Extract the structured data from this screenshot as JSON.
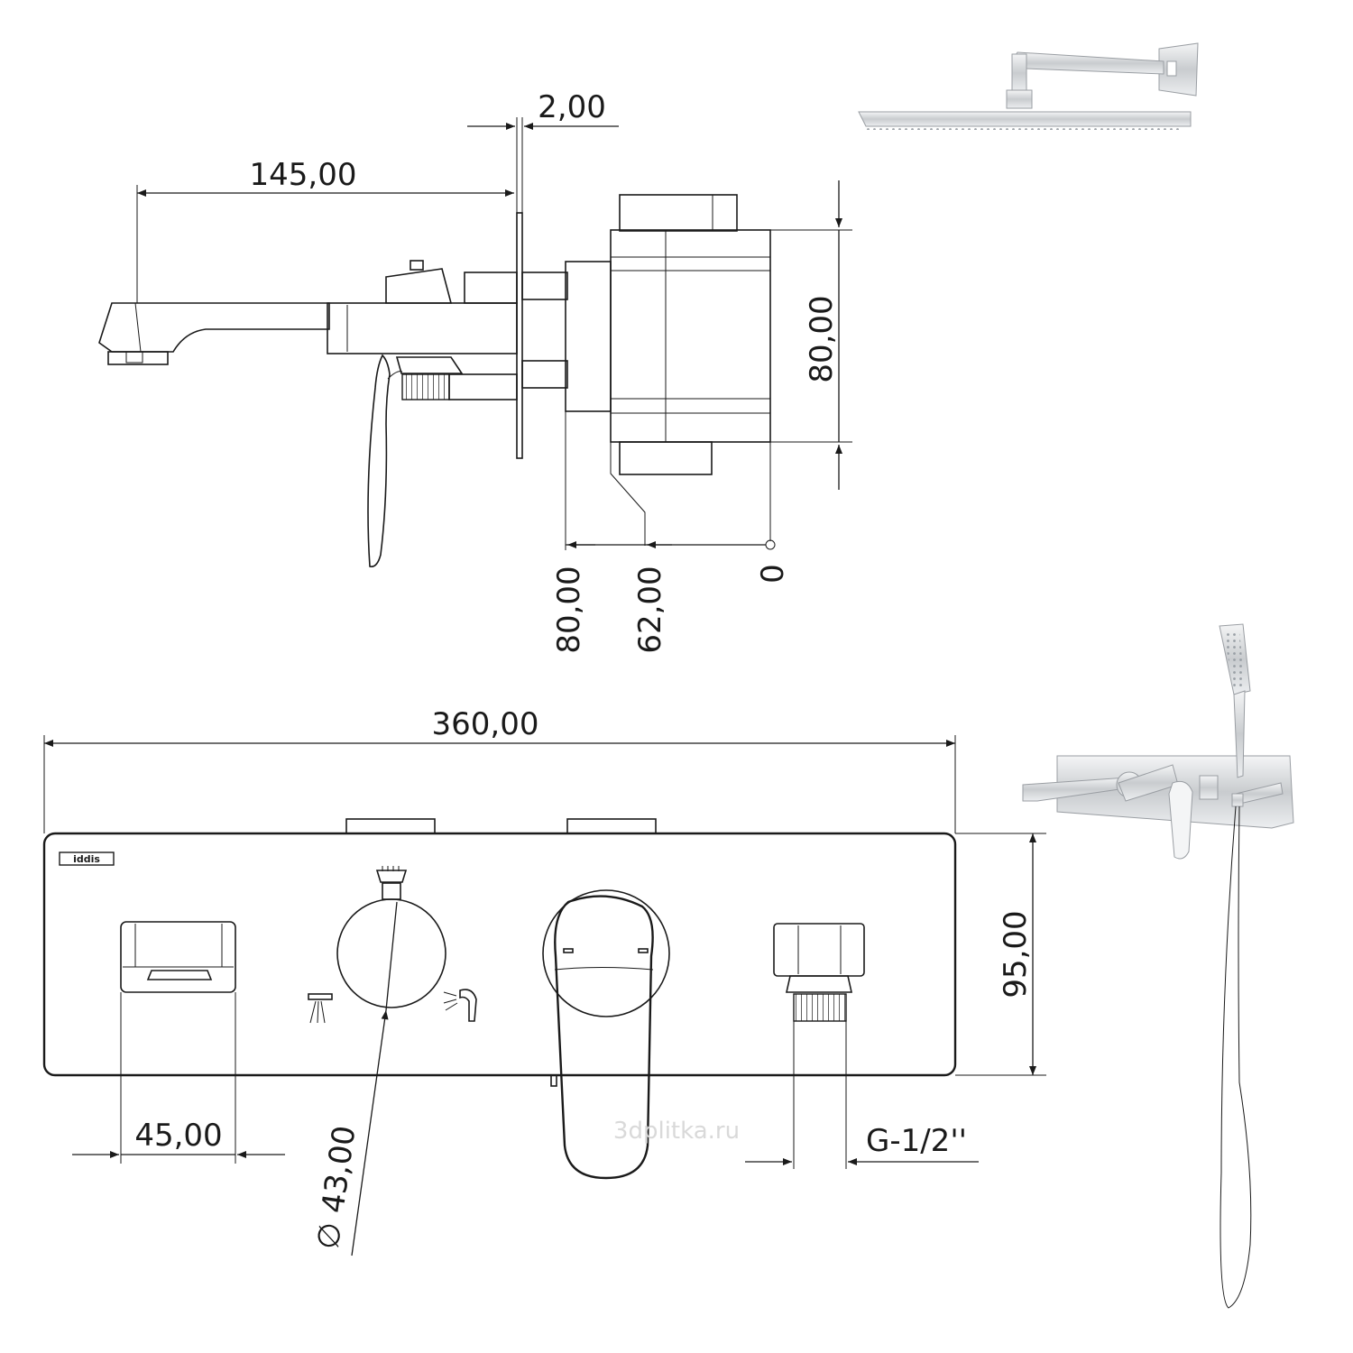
{
  "dimensions": {
    "spout_projection": "145,00",
    "plate_thickness": "2,00",
    "body_height": "80,00",
    "body_depth_80": "80,00",
    "body_depth_62": "62,00",
    "datum_zero": "0",
    "plate_width": "360,00",
    "plate_height": "95,00",
    "handle_width": "45,00",
    "diverter_diameter": "∅ 43,00",
    "thread_size": "G-1/2''"
  },
  "brand_label": "iddis",
  "watermark": "3dplitka.ru",
  "icons": [
    "rain-shower-icon",
    "tub-spout-icon",
    "hand-shower-icon"
  ],
  "colors": {
    "line": "#1a1a1a",
    "chrome": "#d8dadd",
    "background": "#ffffff"
  }
}
